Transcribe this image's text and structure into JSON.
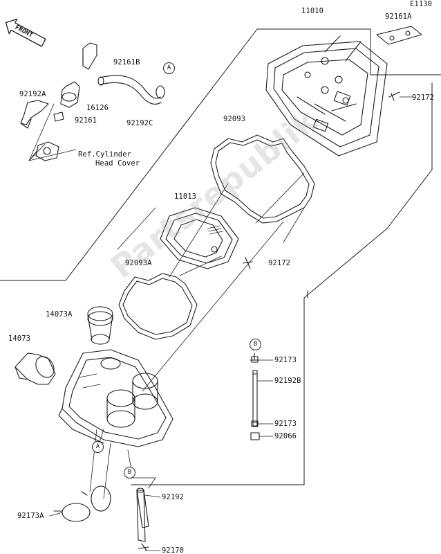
{
  "front_badge": "FRONT",
  "watermark": "Partsrepublik",
  "labels": {
    "p11010": "11010",
    "p92161a": "92161A",
    "pE1130": "E1130",
    "p92172a": "92172",
    "p92161b": "92161B",
    "p92192a": "92192A",
    "p16126": "16126",
    "p92161": "92161",
    "p92192c": "92192C",
    "ref1": "Ref.Cylinder",
    "ref2": "Head Cover",
    "p92093": "92093",
    "p11013": "11013",
    "p92172b": "92172",
    "p92093a": "92093A",
    "p14073a": "14073A",
    "p14073": "14073",
    "p92173a": "92173",
    "p92192b": "92192B",
    "p92173b": "92173",
    "p92066": "92066",
    "p92192": "92192",
    "p92173A": "92173A",
    "p92170": "92170"
  },
  "markers": {
    "a_top": "A",
    "a_bottom": "A",
    "b_right": "B",
    "b_bottom": "B"
  },
  "colors": {
    "line": "#1a1a1a",
    "watermark": "#a0a0a0"
  }
}
